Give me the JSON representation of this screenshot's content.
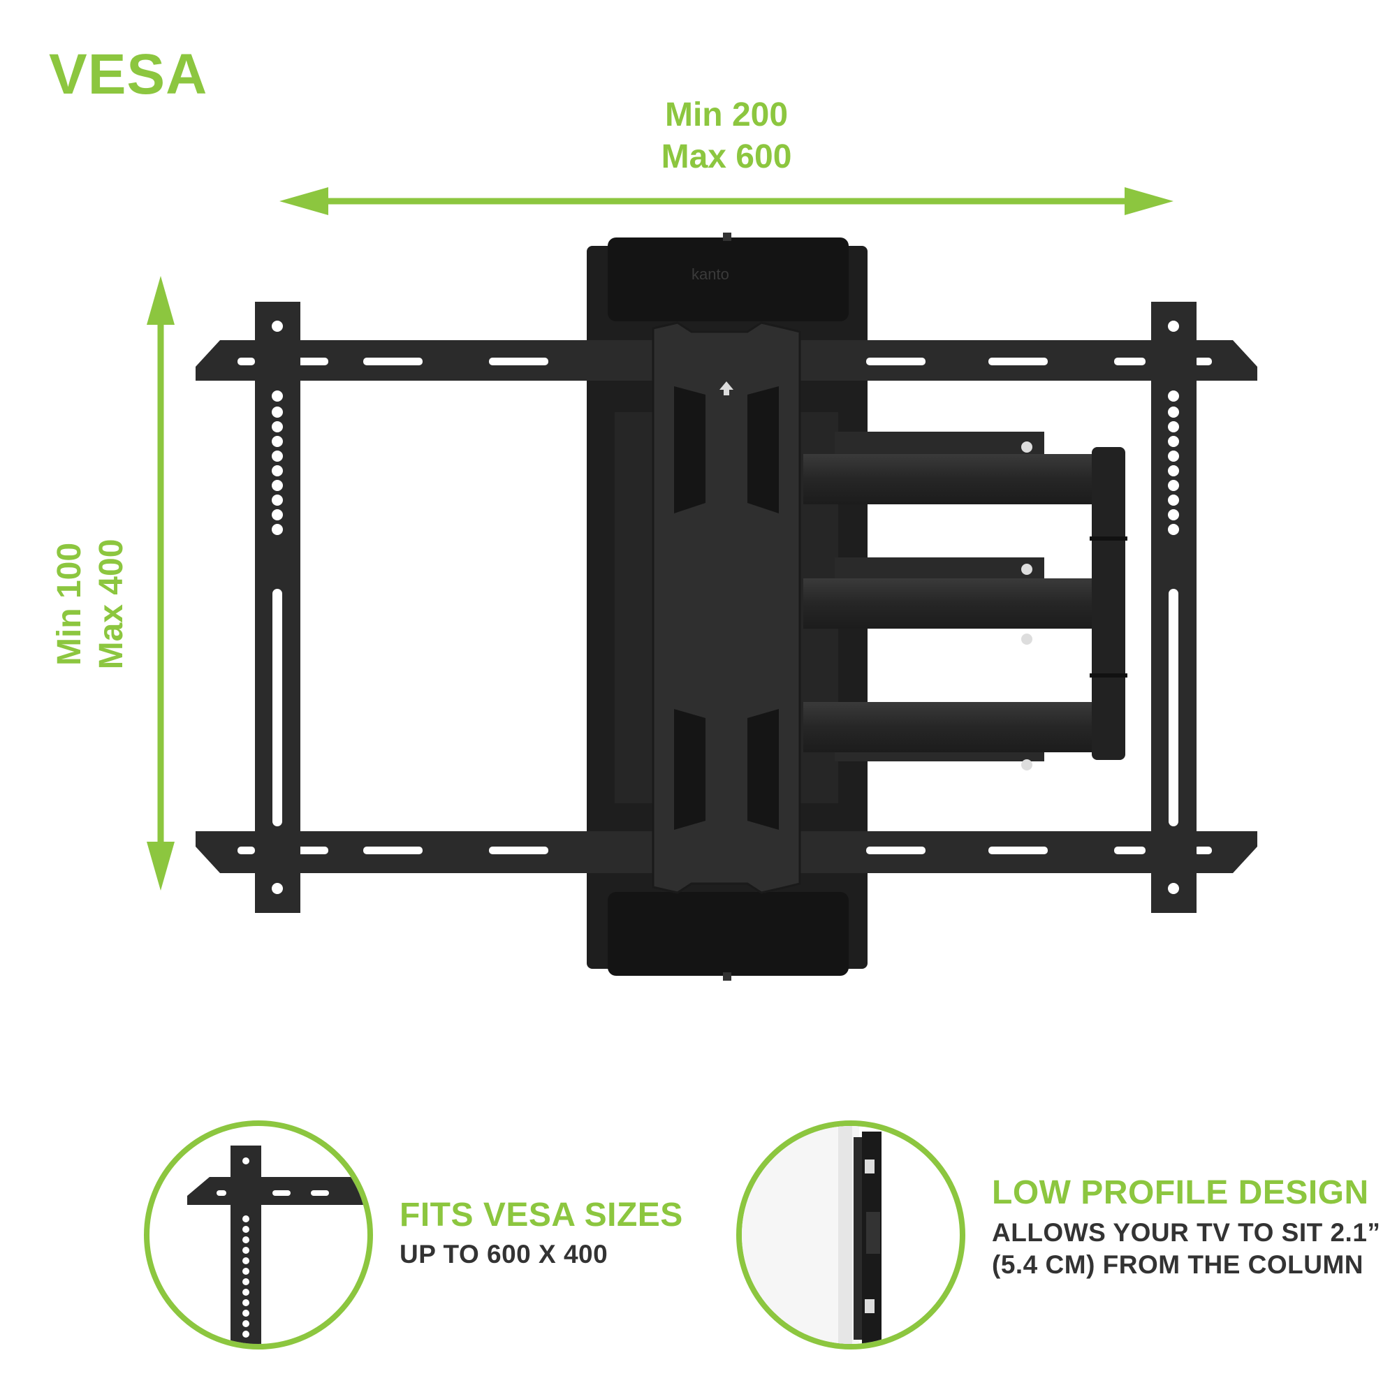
{
  "title": "VESA",
  "width_dimension": {
    "line1": "Min 200",
    "line2": "Max 600"
  },
  "height_dimension": {
    "line1": "Min 100",
    "line2": "Max 400"
  },
  "brand": "kanto",
  "features": [
    {
      "heading": "FITS VESA SIZES",
      "subtitle_lines": [
        "UP TO 600 X 400"
      ],
      "icon": "vesa-bracket-icon"
    },
    {
      "heading": "LOW PROFILE DESIGN",
      "subtitle_lines": [
        "ALLOWS YOUR TV TO SIT 2.1”",
        "(5.4 CM) FROM THE COLUMN"
      ],
      "icon": "low-profile-icon"
    }
  ],
  "colors": {
    "accent": "#8cc63f",
    "metal": "#2b2b2b",
    "text_dark": "#333333"
  }
}
